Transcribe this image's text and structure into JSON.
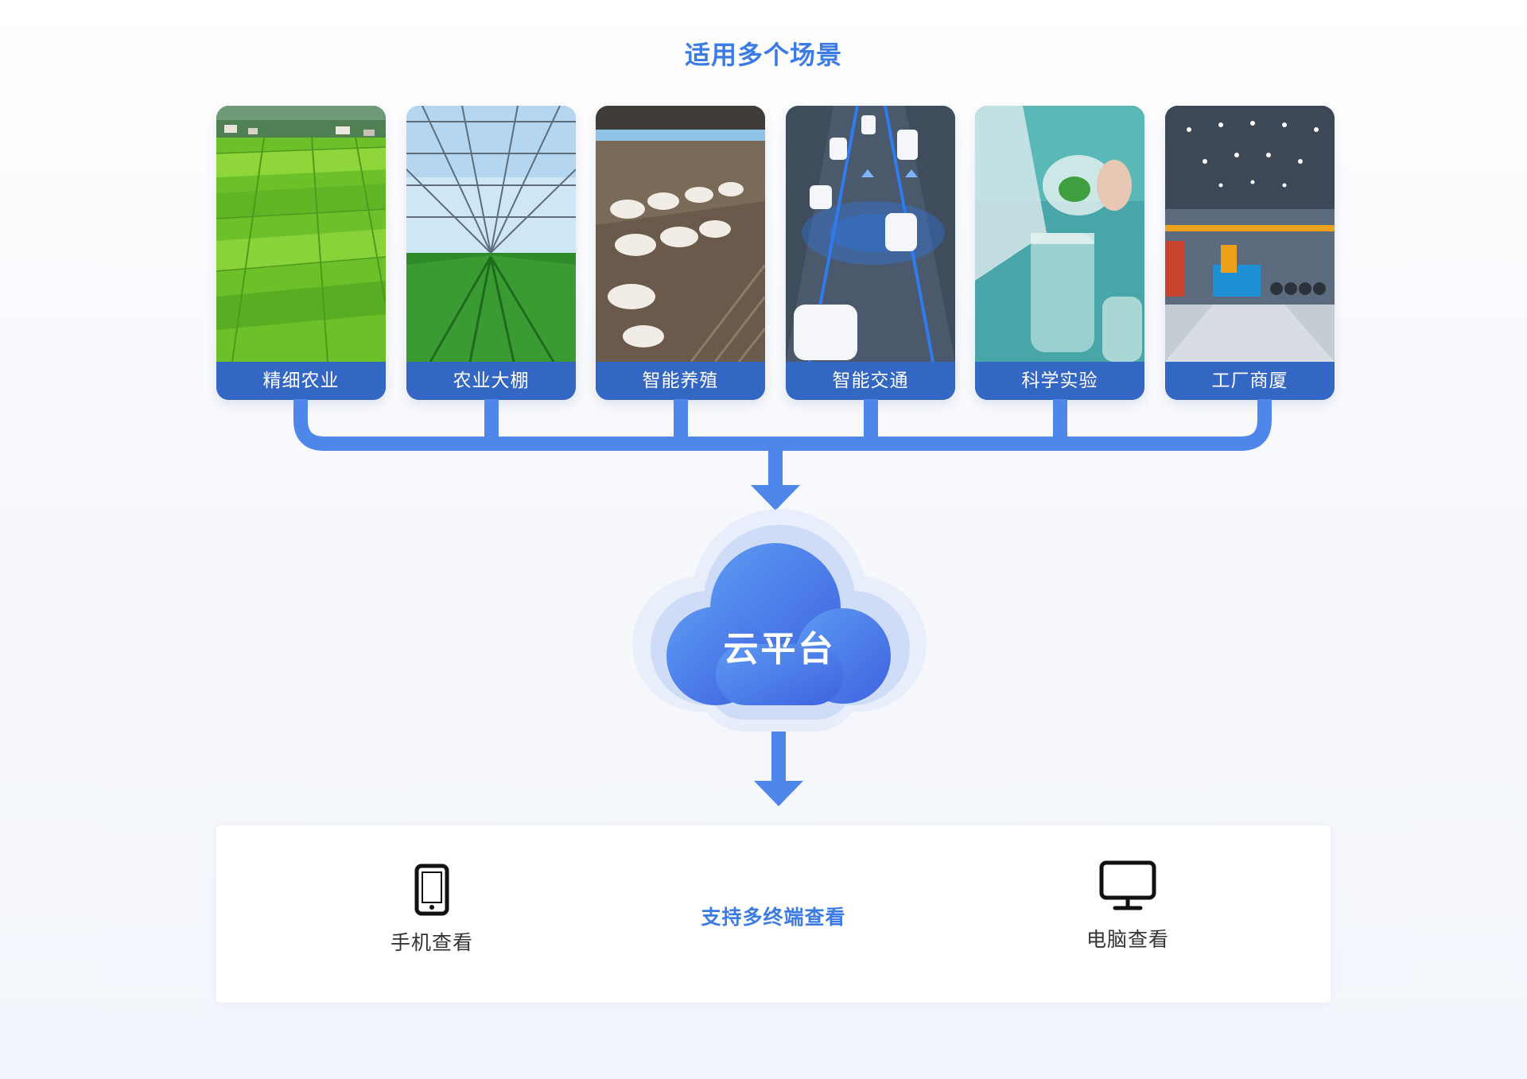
{
  "title": "适用多个场景",
  "scenes": [
    {
      "label": "精细农业",
      "icon": "rice-field-photo"
    },
    {
      "label": "农业大棚",
      "icon": "greenhouse-photo"
    },
    {
      "label": "智能养殖",
      "icon": "goat-farm-photo"
    },
    {
      "label": "智能交通",
      "icon": "smart-traffic-photo"
    },
    {
      "label": "科学实验",
      "icon": "lab-experiment-photo"
    },
    {
      "label": "工厂商厦",
      "icon": "factory-hall-photo"
    }
  ],
  "cloud": {
    "label": "云平台",
    "icon": "cloud-icon"
  },
  "terminals": {
    "caption": "支持多终端查看",
    "mobile": {
      "label": "手机查看",
      "icon": "phone-icon"
    },
    "desktop": {
      "label": "电脑查看",
      "icon": "monitor-icon"
    }
  },
  "colors": {
    "accent": "#3b7be3",
    "label_bar": "#3466c4",
    "connector": "#4f86ea",
    "cloud_start": "#5d9af2",
    "cloud_end": "#3e63e0"
  }
}
